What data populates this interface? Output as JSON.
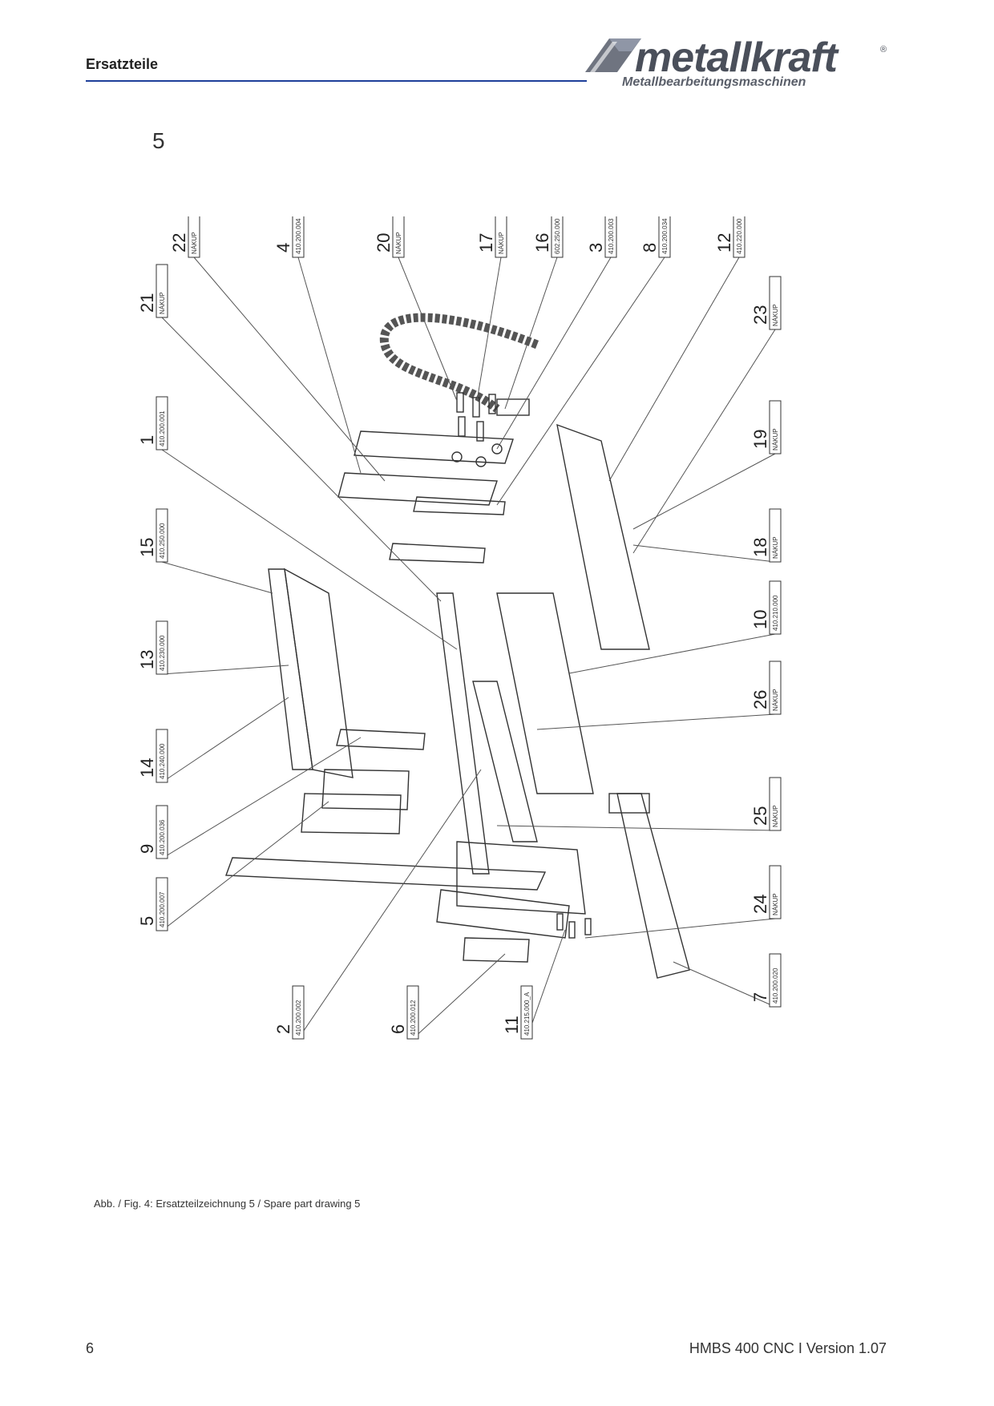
{
  "header": {
    "section_title": "Ersatzteile",
    "logo_text": "metallkraft",
    "logo_registered": "®",
    "logo_subtitle": "Metallbearbeitungsmaschinen"
  },
  "drawing_number": "5",
  "callouts": [
    {
      "num": "22",
      "part": "NÁKUP"
    },
    {
      "num": "4",
      "part": "410.200.004"
    },
    {
      "num": "20",
      "part": "NÁKUP"
    },
    {
      "num": "17",
      "part": "NÁKUP"
    },
    {
      "num": "16",
      "part": "602.250.000"
    },
    {
      "num": "3",
      "part": "410.200.003"
    },
    {
      "num": "8",
      "part": "410.200.034"
    },
    {
      "num": "12",
      "part": "410.220.000"
    },
    {
      "num": "21",
      "part": "NÁKUP"
    },
    {
      "num": "23",
      "part": "NÁKUP"
    },
    {
      "num": "1",
      "part": "410.200.001"
    },
    {
      "num": "19",
      "part": "NÁKUP"
    },
    {
      "num": "15",
      "part": "410.250.000"
    },
    {
      "num": "18",
      "part": "NÁKUP"
    },
    {
      "num": "13",
      "part": "410.230.000"
    },
    {
      "num": "10",
      "part": "410.210.000"
    },
    {
      "num": "14",
      "part": "410.240.000"
    },
    {
      "num": "26",
      "part": "NÁKUP"
    },
    {
      "num": "9",
      "part": "410.200.036"
    },
    {
      "num": "25",
      "part": "NÁKUP"
    },
    {
      "num": "5",
      "part": "410.200.007"
    },
    {
      "num": "24",
      "part": "NÁKUP"
    },
    {
      "num": "7",
      "part": "410.200.020"
    },
    {
      "num": "2",
      "part": "410.200.002"
    },
    {
      "num": "6",
      "part": "410.200.012"
    },
    {
      "num": "11",
      "part": "410.215.000_A"
    }
  ],
  "caption": "Abb. / Fig. 4: Ersatzteilzeichnung 5 / Spare part drawing 5",
  "footer": {
    "page_number": "6",
    "model_version": "HMBS 400 CNC I Version 1.07"
  }
}
